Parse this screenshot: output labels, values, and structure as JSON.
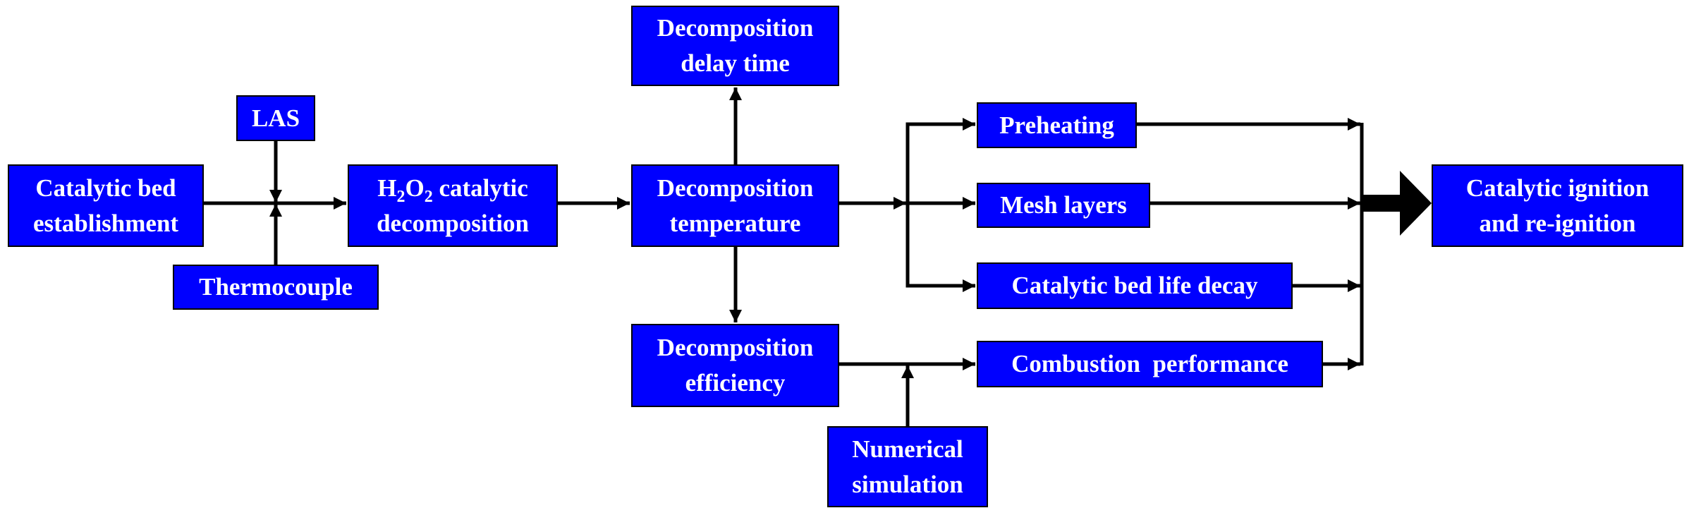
{
  "colors": {
    "box_fill": "#0000ff",
    "text": "#ffffff",
    "line": "#000000"
  },
  "nodes": {
    "catalytic_bed_establishment": [
      "Catalytic bed",
      "establishment"
    ],
    "las": "LAS",
    "thermocouple": "Thermocouple",
    "h2o2": {
      "h": "H",
      "sub1": "2",
      "o": "O",
      "sub2": "2",
      "rest": " catalytic",
      "line2": "decomposition"
    },
    "delay_time": [
      "Decomposition",
      "delay time"
    ],
    "temperature": [
      "Decomposition",
      "temperature"
    ],
    "efficiency": [
      "Decomposition",
      "efficiency"
    ],
    "numerical_simulation": [
      "Numerical",
      "simulation"
    ],
    "preheating": "Preheating",
    "mesh_layers": "Mesh layers",
    "bed_life_decay": "Catalytic bed life decay",
    "combustion_performance": "Combustion  performance",
    "ignition": [
      "Catalytic ignition",
      "and re-ignition"
    ]
  }
}
